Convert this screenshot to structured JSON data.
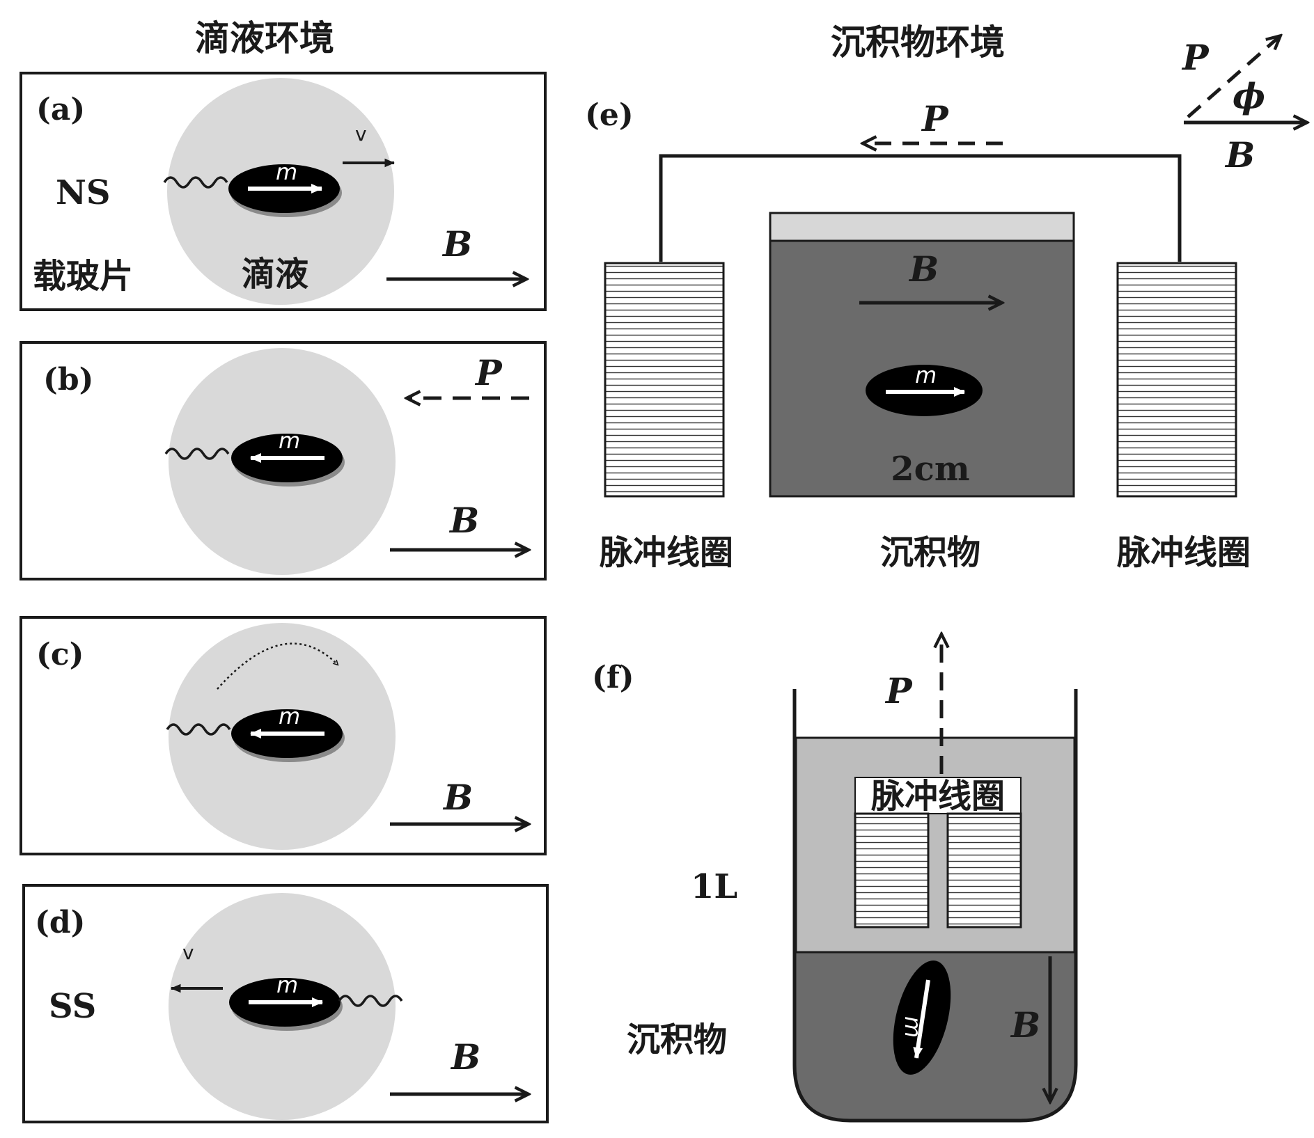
{
  "titles": {
    "droplet_env": "滴液环境",
    "sediment_env": "沉积物环境"
  },
  "panels": {
    "a": {
      "label": "(a)",
      "polarity": "NS",
      "slide": "载玻片",
      "droplet": "滴液",
      "velocity": "v",
      "moment": "m",
      "field": "B"
    },
    "b": {
      "label": "(b)",
      "pulse": "P",
      "moment": "m",
      "field": "B"
    },
    "c": {
      "label": "(c)",
      "moment": "m",
      "field": "B"
    },
    "d": {
      "label": "(d)",
      "polarity": "SS",
      "velocity": "v",
      "moment": "m",
      "field": "B"
    },
    "e": {
      "label": "(e)",
      "pulse": "P",
      "field": "B",
      "moment": "m",
      "size": "2cm",
      "coil_left": "脉冲线圈",
      "sediment": "沉积物",
      "coil_right": "脉冲线圈"
    },
    "f": {
      "label": "(f)",
      "pulse": "P",
      "coil": "脉冲线圈",
      "volume": "1L",
      "sediment": "沉积物",
      "moment": "m",
      "field": "B"
    }
  },
  "legend": {
    "pulse": "P",
    "angle": "ϕ",
    "field": "B"
  },
  "colors": {
    "droplet": "#d9d9d9",
    "sediment_dark": "#6b6b6b",
    "water_gray": "#bdbdbd",
    "cap_light": "#d7d7d7",
    "bacterium": "#000000",
    "stroke": "#1a1a1a"
  }
}
